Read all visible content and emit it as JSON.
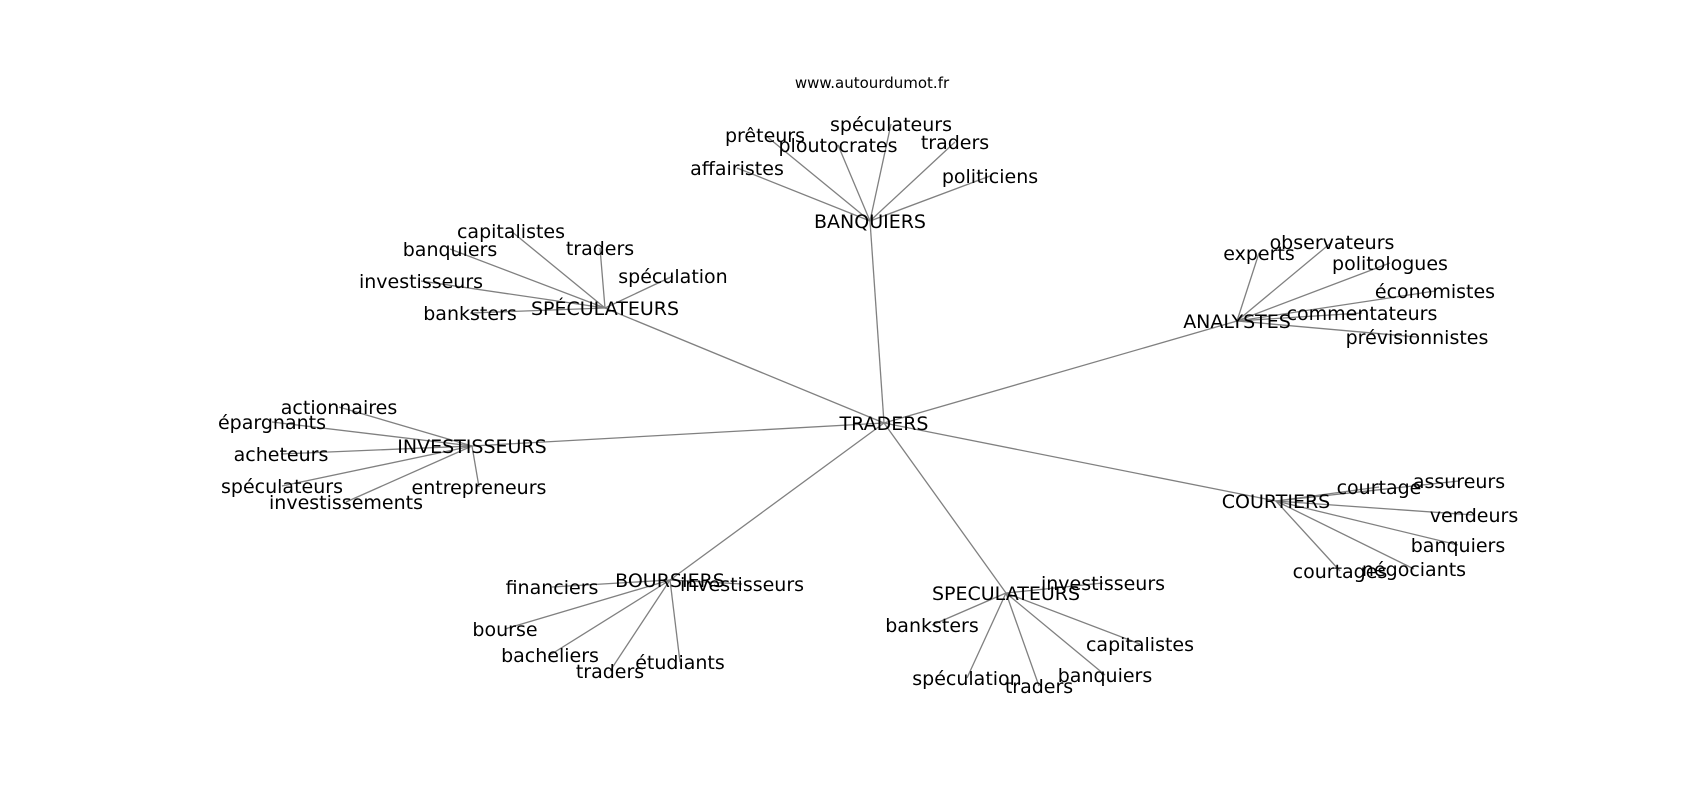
{
  "source_text": "www.autourdumot.fr",
  "root": "TRADERS",
  "groups": [
    {
      "label": "BANQUIERS",
      "leaves": [
        "prêteurs",
        "spéculateurs",
        "ploutocrates",
        "traders",
        "affairistes",
        "politiciens"
      ]
    },
    {
      "label": "SPÉCULATEURS",
      "leaves": [
        "capitalistes",
        "banquiers",
        "traders",
        "spéculation",
        "investisseurs",
        "banksters"
      ]
    },
    {
      "label": "ANALYSTES",
      "leaves": [
        "experts",
        "observateurs",
        "politologues",
        "économistes",
        "commentateurs",
        "prévisionnistes"
      ]
    },
    {
      "label": "INVESTISSEURS",
      "leaves": [
        "actionnaires",
        "épargnants",
        "acheteurs",
        "spéculateurs",
        "investissements",
        "entrepreneurs"
      ]
    },
    {
      "label": "COURTIERS",
      "leaves": [
        "courtage",
        "assureurs",
        "vendeurs",
        "banquiers",
        "négociants",
        "courtages"
      ]
    },
    {
      "label": "BOURSIERS",
      "leaves": [
        "financiers",
        "investisseurs",
        "bourse",
        "bacheliers",
        "traders",
        "étudiants"
      ]
    },
    {
      "label": "SPECULATEURS",
      "leaves": [
        "investisseurs",
        "banksters",
        "capitalistes",
        "spéculation",
        "traders",
        "banquiers"
      ]
    }
  ]
}
